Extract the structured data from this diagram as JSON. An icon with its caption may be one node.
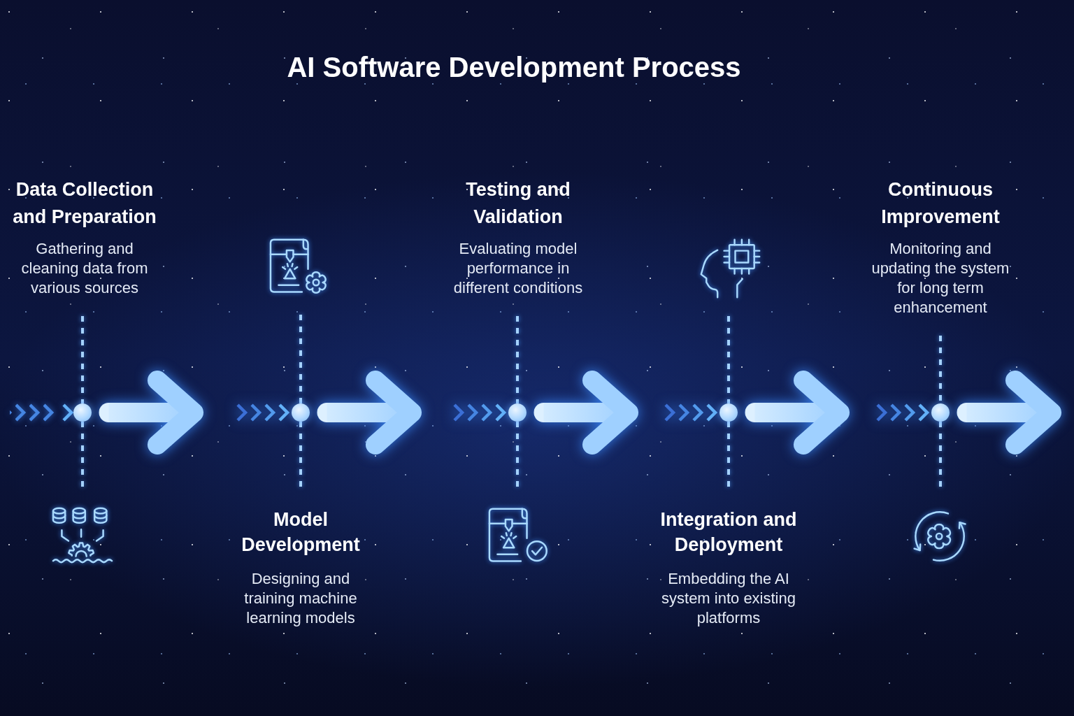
{
  "diagram": {
    "title": "AI Software Development Process",
    "nodes": [
      {
        "text": [
          "Data Collection and Preparation",
          "Gathering and cleaning data from various sources"
        ]
      },
      {
        "text": [],
        "shape": "circle"
      },
      {
        "text": [],
        "shape": "picture"
      },
      {
        "text": [],
        "shape": "picture"
      },
      {
        "text": [],
        "shape": "circle"
      },
      {
        "text": [
          "Model Development",
          "Designing and training machine learning models"
        ]
      },
      {
        "text": [
          "Testing and Validation",
          "Evaluating model performance in different conditions"
        ]
      },
      {
        "text": [],
        "shape": "circle"
      },
      {
        "text": [],
        "shape": "picture"
      },
      {
        "text": [],
        "shape": "picture"
      },
      {
        "text": [],
        "shape": "circle"
      },
      {
        "text": [
          "Integration and Deployment",
          "Embedding the AI system into existing platforms"
        ]
      },
      {
        "text": [
          "Continuous Improvement",
          "Monitoring and updating the system for long term enhancement"
        ]
      },
      {
        "text": [],
        "shape": "circle"
      },
      {
        "text": [],
        "shape": "picture"
      }
    ],
    "edges": [
      {
        "from": null,
        "to": 1,
        "arrow": "to"
      },
      {
        "from": 1,
        "to": 4,
        "arrow": "to"
      },
      {
        "from": 4,
        "to": 7,
        "arrow": "to"
      },
      {
        "from": 7,
        "to": 10,
        "arrow": "to"
      },
      {
        "from": 10,
        "to": 13,
        "arrow": "to"
      },
      {
        "from": 13,
        "to": null,
        "arrow": "to"
      },
      {
        "from": 0,
        "to": 1,
        "arrow": "none",
        "style": "dashed"
      },
      {
        "from": 1,
        "to": 2,
        "arrow": "none",
        "style": "dashed"
      },
      {
        "from": 3,
        "to": 4,
        "arrow": "none",
        "style": "dashed"
      },
      {
        "from": 4,
        "to": 5,
        "arrow": "none",
        "style": "dashed"
      },
      {
        "from": 6,
        "to": 7,
        "arrow": "none",
        "style": "dashed"
      },
      {
        "from": 7,
        "to": 8,
        "arrow": "none",
        "style": "dashed"
      },
      {
        "from": 9,
        "to": 10,
        "arrow": "none",
        "style": "dashed"
      },
      {
        "from": 10,
        "to": 11,
        "arrow": "none",
        "style": "dashed"
      },
      {
        "from": 12,
        "to": 13,
        "arrow": "none",
        "style": "dashed"
      },
      {
        "from": 13,
        "to": 14,
        "arrow": "none",
        "style": "dashed"
      }
    ]
  }
}
